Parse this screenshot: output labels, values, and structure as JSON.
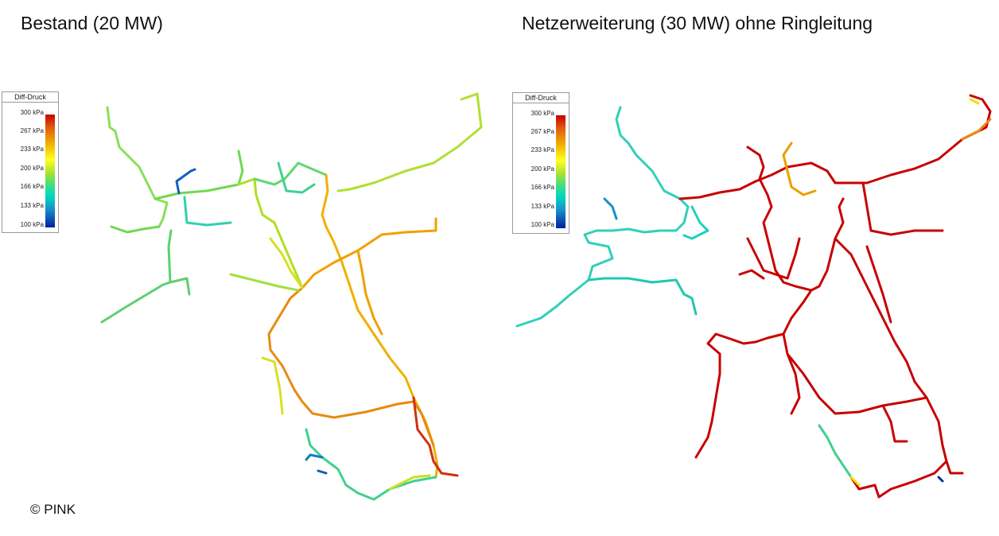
{
  "panels": [
    {
      "title": "Bestand (20 MW)"
    },
    {
      "title": "Netzerweiterung (30 MW) ohne Ringleitung"
    }
  ],
  "legend": {
    "title": "Diff-Druck",
    "ticks": [
      "300 kPa",
      "267 kPa",
      "233 kPa",
      "200 kPa",
      "166 kPa",
      "133 kPa",
      "100 kPa"
    ]
  },
  "copyright": "© PINK",
  "colors": {
    "high": "#c80000",
    "orange": "#e88a10",
    "yellow": "#f0e000",
    "green": "#70d850",
    "cyan": "#20d0b0",
    "blue": "#0030a0"
  }
}
